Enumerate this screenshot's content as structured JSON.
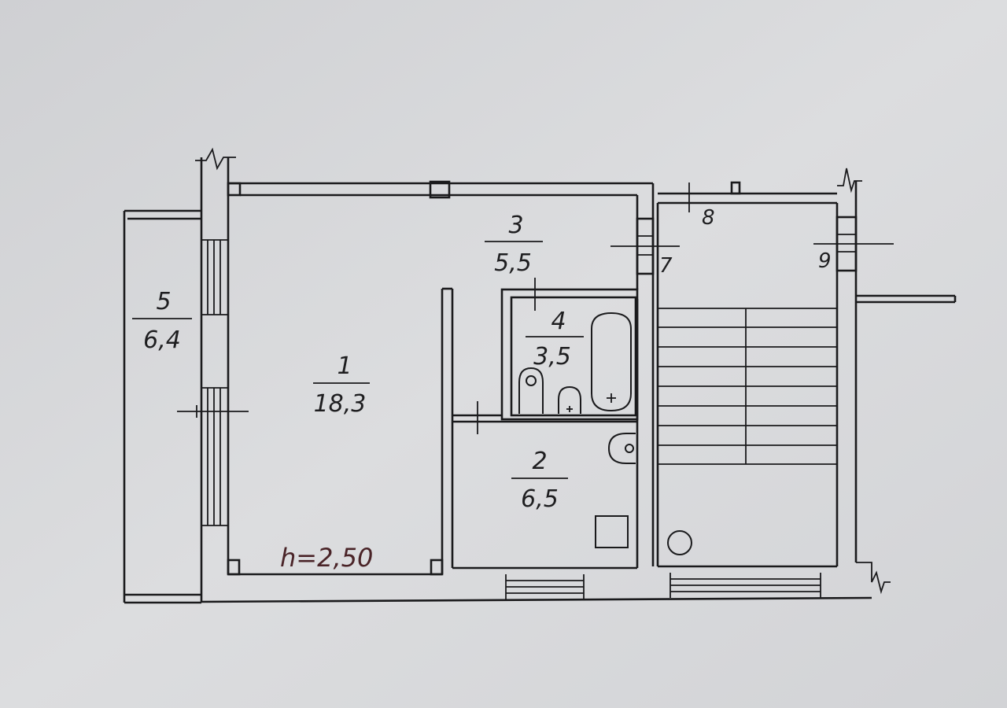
{
  "rooms": [
    {
      "number": "1",
      "area": "18,3"
    },
    {
      "number": "2",
      "area": "6,5"
    },
    {
      "number": "3",
      "area": "5,5"
    },
    {
      "number": "4",
      "area": "3,5"
    },
    {
      "number": "5",
      "area": "6,4"
    }
  ],
  "markers": {
    "m7": "7",
    "m8": "8",
    "m9": "9"
  },
  "ceiling_height": "h=2,50"
}
